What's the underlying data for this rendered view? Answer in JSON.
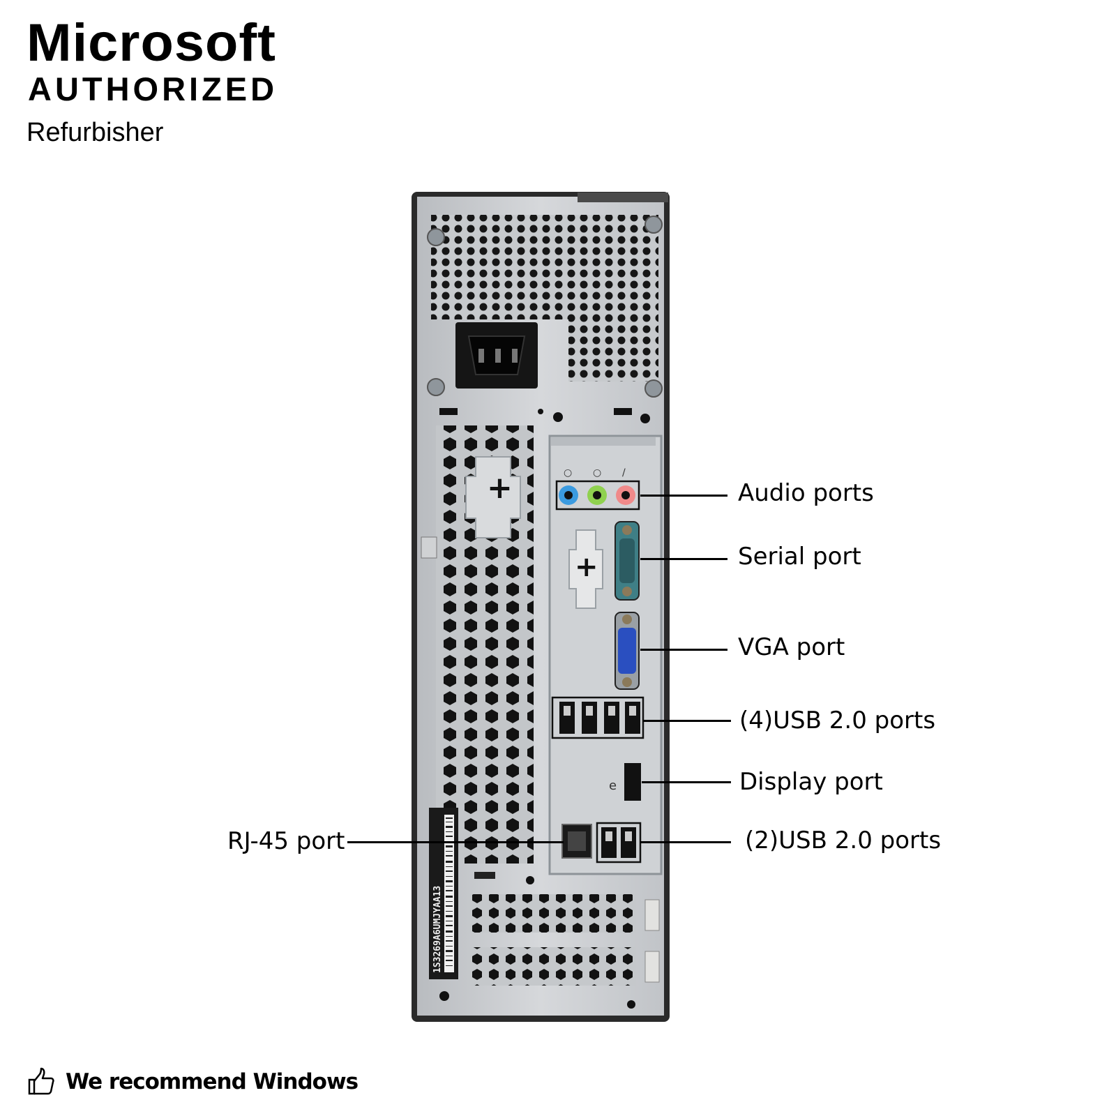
{
  "brand": {
    "line1": "Microsoft",
    "line2": "AUTHORIZED",
    "line3": "Refurbisher"
  },
  "callouts": {
    "audio": "Audio ports",
    "serial": "Serial port",
    "vga": "VGA port",
    "usb4": "(4)USB 2.0 ports",
    "display": "Display port",
    "usb2": "(2)USB 2.0 ports",
    "rj45": "RJ-45 port"
  },
  "tower": {
    "serial_label": "1S3269A6UMJYAA13"
  },
  "footer": {
    "text": "We recommend Windows",
    "icon": "thumbs-up-icon"
  },
  "colors": {
    "audio_blue": "#3b9be0",
    "audio_green": "#8fd14f",
    "audio_pink": "#f08a8a",
    "vga_blue": "#2a4fc0",
    "serial_teal": "#3f7f86",
    "chassis": "#c9ccd0",
    "bezel": "#2a2a2a"
  }
}
